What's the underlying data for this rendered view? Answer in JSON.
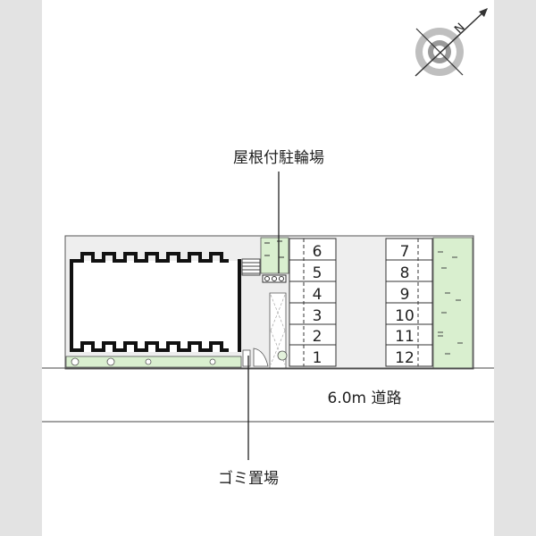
{
  "labels": {
    "bicycle_parking": "屋根付駐輪場",
    "garbage": "ゴミ置場",
    "road": "6.0m 道路"
  },
  "compass": {
    "letter": "N",
    "icon": "compass-icon"
  },
  "parking": {
    "left_column": [
      "6",
      "5",
      "4",
      "3",
      "2",
      "1"
    ],
    "right_column": [
      "7",
      "8",
      "9",
      "10",
      "11",
      "12"
    ]
  },
  "colors": {
    "green_area": "#d9efcf",
    "lot_area": "#eeeeee",
    "line": "#333333"
  }
}
